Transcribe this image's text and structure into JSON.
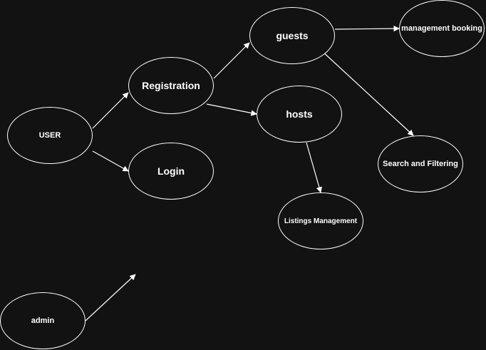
{
  "diagram": {
    "nodes": {
      "user": "USER",
      "registration": "Registration",
      "login": "Login",
      "guests": "guests",
      "hosts": "hosts",
      "management_booking": "management booking",
      "search_filtering": "Search and Filtering",
      "listings_management": "Listings Management",
      "admin": "admin"
    },
    "colors": {
      "background": "#121212",
      "stroke": "#ffffff",
      "text": "#ffffff"
    }
  }
}
